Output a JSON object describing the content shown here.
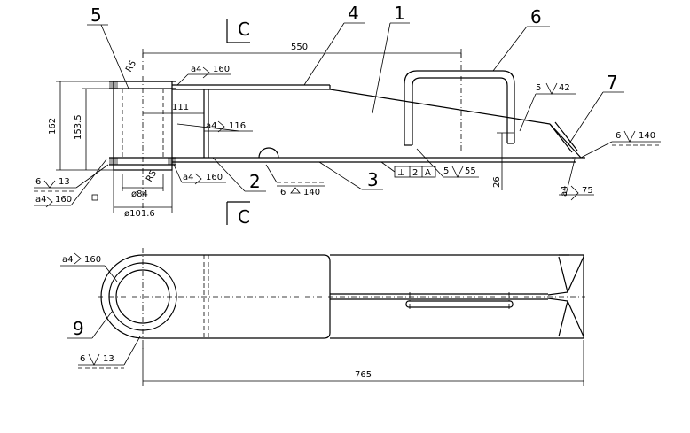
{
  "callouts": {
    "p1": "1",
    "p2": "2",
    "p3": "3",
    "p4": "4",
    "p5": "5",
    "p6": "6",
    "p7": "7",
    "p9": "9"
  },
  "section": {
    "top": "C",
    "bottom": "C"
  },
  "dims": {
    "d550": "550",
    "d162": "162",
    "d153": "153.5",
    "d111": "111",
    "d26": "26",
    "d84": "ø84",
    "d101": "ø101.6",
    "d765": "765"
  },
  "welds": {
    "r5_top": "R5",
    "r5_bot": "R5",
    "a4_160_a": "160",
    "a4_116": "116",
    "a4_160_b": "160",
    "a4_160_c": "160",
    "a4_75": "75",
    "a4_160_top": "160",
    "n6_13_a": "6",
    "v13_a": "13",
    "n6_13_b": "6",
    "v13_b": "13",
    "n6_140_a": "6",
    "v140_a": "140",
    "n6_140_b": "6",
    "v140_b": "140",
    "n5_55": "5",
    "v55": "55",
    "n5_42": "5",
    "v42": "42",
    "a4": "a4",
    "tol_2": "2",
    "tol_a": "A"
  }
}
